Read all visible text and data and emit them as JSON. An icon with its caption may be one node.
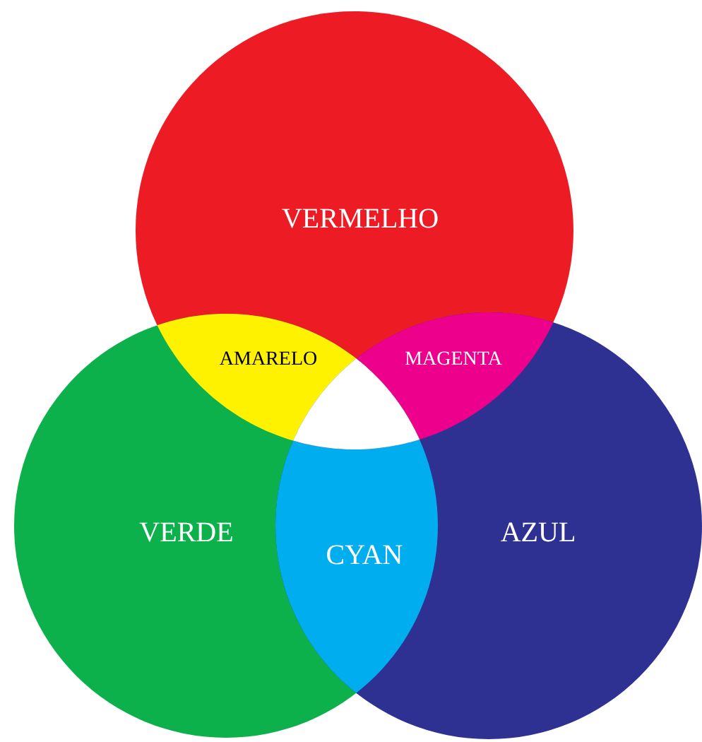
{
  "diagram": {
    "nodes": [
      {
        "text": [
          "VERMELHO"
        ]
      },
      {
        "text": [
          "AMARELO"
        ]
      },
      {
        "text": [
          "MAGENTA"
        ]
      },
      {
        "text": [],
        "shape": "triangle"
      },
      {
        "text": [
          "VERDE"
        ]
      },
      {
        "text": [
          "CYAN"
        ]
      },
      {
        "text": [
          "AZUL"
        ]
      }
    ]
  }
}
